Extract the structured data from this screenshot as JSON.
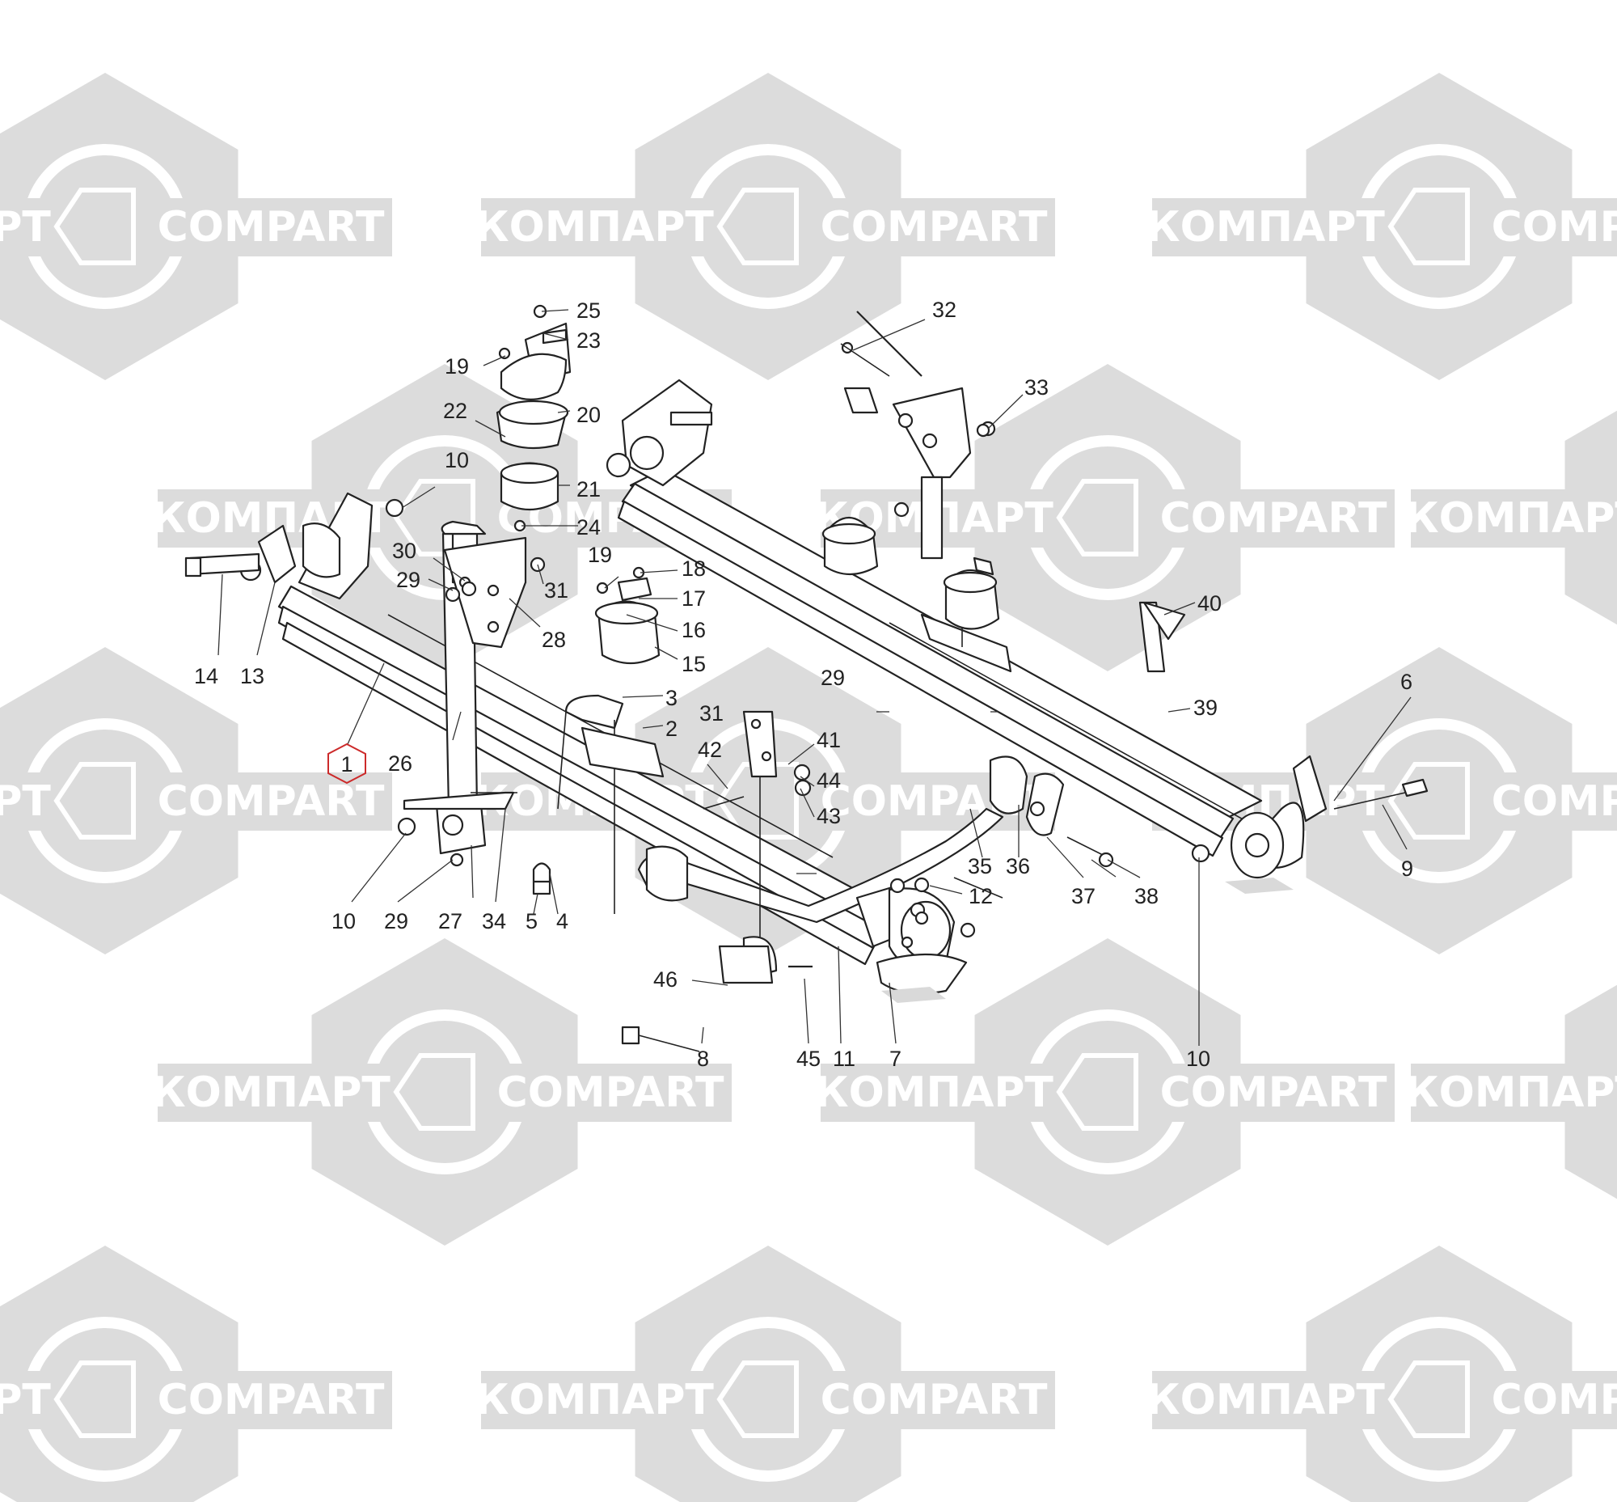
{
  "watermark": {
    "text_cyrillic": "КОМПАРТ",
    "text_latin": "COMPART",
    "color": "#dcdcdc"
  },
  "diagram": {
    "highlight_color": "#cc2a2a",
    "highlighted_label": "1",
    "labels": {
      "l1": "1",
      "l2": "2",
      "l3": "3",
      "l4": "4",
      "l5": "5",
      "l6": "6",
      "l7": "7",
      "l8": "8",
      "l9": "9",
      "l10a": "10",
      "l10b": "10",
      "l10c": "10",
      "l11": "11",
      "l12": "12",
      "l13": "13",
      "l14": "14",
      "l15": "15",
      "l16": "16",
      "l17": "17",
      "l18": "18",
      "l19a": "19",
      "l19b": "19",
      "l20": "20",
      "l21": "21",
      "l22": "22",
      "l23": "23",
      "l24": "24",
      "l25": "25",
      "l26": "26",
      "l27": "27",
      "l28": "28",
      "l29a": "29",
      "l29b": "29",
      "l29c": "29",
      "l30": "30",
      "l31a": "31",
      "l31b": "31",
      "l32": "32",
      "l33": "33",
      "l34": "34",
      "l35": "35",
      "l36": "36",
      "l37": "37",
      "l38": "38",
      "l39": "39",
      "l40": "40",
      "l41": "41",
      "l42": "42",
      "l43": "43",
      "l44": "44",
      "l45": "45",
      "l46": "46"
    }
  }
}
